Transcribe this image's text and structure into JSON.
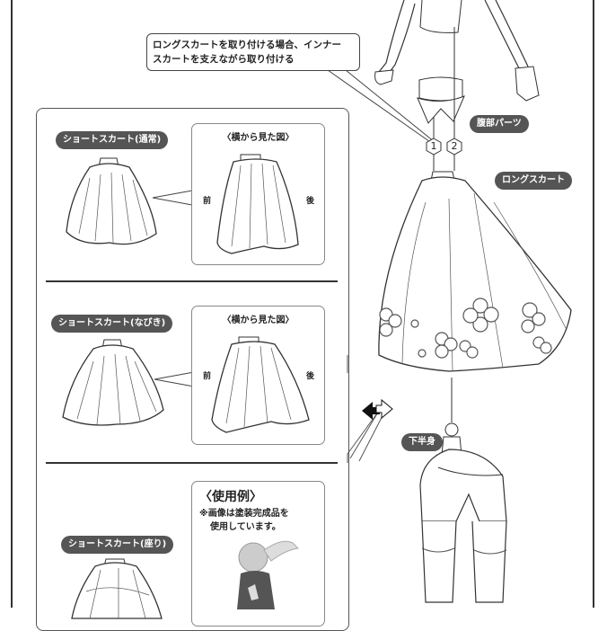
{
  "callout": {
    "line1": "ロングスカートを取り付ける場合、インナー",
    "line2": "スカートを支えながら取り付ける"
  },
  "sections": [
    {
      "label": "ショートスカート(通常)",
      "side_view_title": "〈横から見た図〉",
      "front": "前",
      "back": "後"
    },
    {
      "label": "ショートスカート(なびき)",
      "side_view_title": "〈横から見た図〉",
      "front": "前",
      "back": "後"
    },
    {
      "label": "ショートスカート(座り)",
      "usage_title": "〈使用例〉",
      "usage_note_line1": "※画像は塗装完成品を",
      "usage_note_line2": "使用しています。"
    }
  ],
  "parts": {
    "abdomen": "腹部パーツ",
    "long_skirt": "ロングスカート",
    "lower_body": "下半身",
    "step1": "1",
    "step2": "2"
  },
  "icons": {
    "swap_arrow": "double-arrow-icon"
  }
}
